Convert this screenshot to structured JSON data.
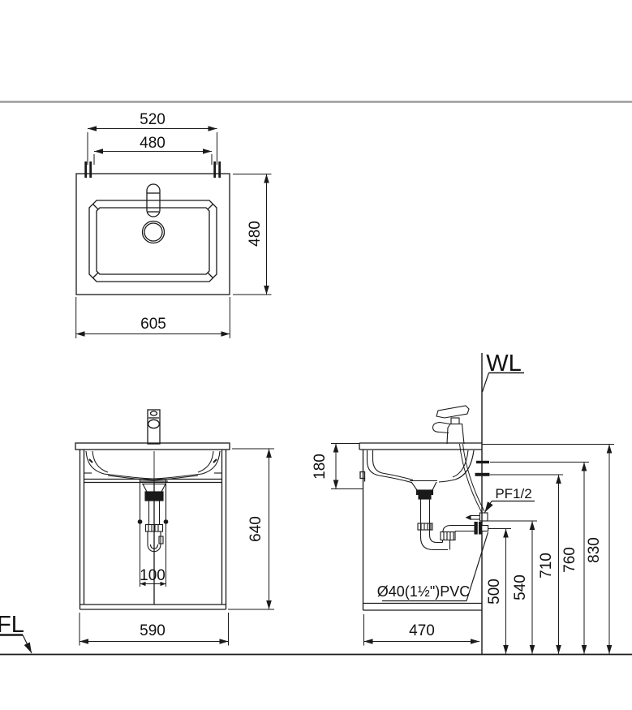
{
  "drawing": {
    "background": "#ffffff",
    "line_color": "#1a1a1a",
    "border_line_color": "#9c9c9c"
  },
  "top_view": {
    "dim_bolt_spacing": "520",
    "dim_inner_spacing": "480",
    "dim_overall_width": "605",
    "dim_overall_depth": "480"
  },
  "front_view": {
    "dim_overall_height": "640",
    "dim_rod_spacing": "100",
    "dim_cabinet_width": "590"
  },
  "side_view": {
    "dim_counter_section_height": "180",
    "dim_cabinet_depth": "470",
    "dim_drain_outlet_height": "500",
    "dim_valve_height": "540",
    "dim_supply_lower_height": "710",
    "dim_supply_upper_height": "760",
    "dim_counter_height": "830",
    "label_wall_line": "WL",
    "label_floor_line": "FL",
    "label_supply_fitting": "PF1/2",
    "label_drain_pipe": "Ø40(1½\")PVC"
  }
}
